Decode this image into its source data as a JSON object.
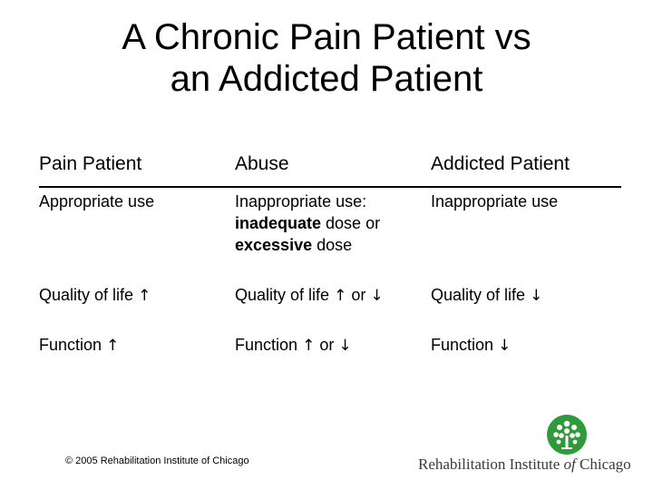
{
  "title": {
    "line1": "A Chronic Pain Patient vs",
    "line2": "an Addicted Patient"
  },
  "table": {
    "headers": [
      "Pain Patient",
      "Abuse",
      "Addicted Patient"
    ],
    "row1": {
      "col1": "Appropriate use",
      "col2_prefix": "Inappropriate use:",
      "col2_bold1": "inadequate",
      "col2_mid": " dose or",
      "col2_bold2": "excessive",
      "col2_suffix": " dose",
      "col3": "Inappropriate use"
    },
    "row2": {
      "col1": "Quality of life",
      "col2": "Quality of life",
      "col2_or": "or",
      "col3": "Quality of life"
    },
    "row3": {
      "col1": "Function",
      "col2": "Function",
      "col2_or": "or",
      "col3": "Function"
    },
    "arrow_up": "↑",
    "arrow_down": "↓"
  },
  "footer": {
    "copyright": "© 2005 Rehabilitation Institute of Chicago",
    "logo_text_main": "Rehabilitation Institute ",
    "logo_text_italic": "of",
    "logo_text_end": " Chicago",
    "logo_color": "#2e9a3c"
  }
}
